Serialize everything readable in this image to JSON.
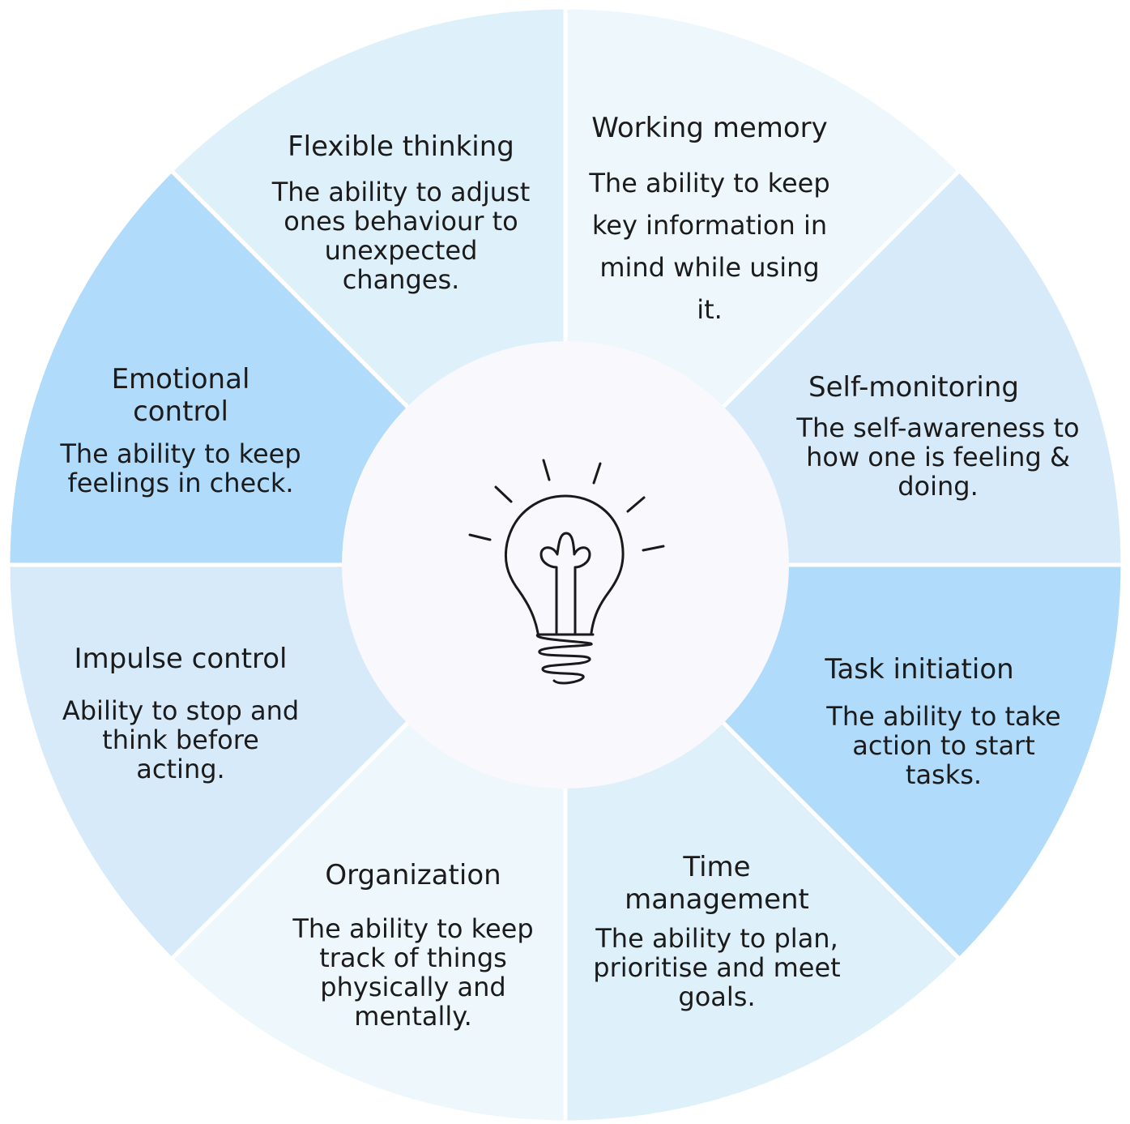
{
  "segments": [
    {
      "key": "working-memory",
      "title": "Working memory",
      "description": "The ability to keep key information in mind while using it.",
      "color": "#eef8fc"
    },
    {
      "key": "self-monitoring",
      "title": "Self-monitoring",
      "description": "The self-awareness to how one is feeling & doing.",
      "color": "#d7eaf9"
    },
    {
      "key": "task-initiation",
      "title": "Task initiation",
      "description": "The ability to take action to start tasks.",
      "color": "#b0dbfb"
    },
    {
      "key": "time-management",
      "title": "Time management",
      "description": "The ability to plan, prioritise and meet goals.",
      "color": "#def0fa"
    },
    {
      "key": "organization",
      "title": "Organization",
      "description": "The ability to keep track of things physically and mentally.",
      "color": "#eef8fc"
    },
    {
      "key": "impulse-control",
      "title": "Impulse control",
      "description": "Ability to stop and think before acting.",
      "color": "#d7eaf9"
    },
    {
      "key": "emotional-control",
      "title": "Emotional control",
      "description": "The ability to keep feelings in check.",
      "color": "#b0dbfb"
    },
    {
      "key": "flexible-thinking",
      "title": "Flexible thinking",
      "description": "The ability to adjust ones behaviour to unexpected changes.",
      "color": "#def0fa"
    }
  ],
  "center": {
    "icon": "lightbulb-icon",
    "color": "#f8f8fd"
  }
}
